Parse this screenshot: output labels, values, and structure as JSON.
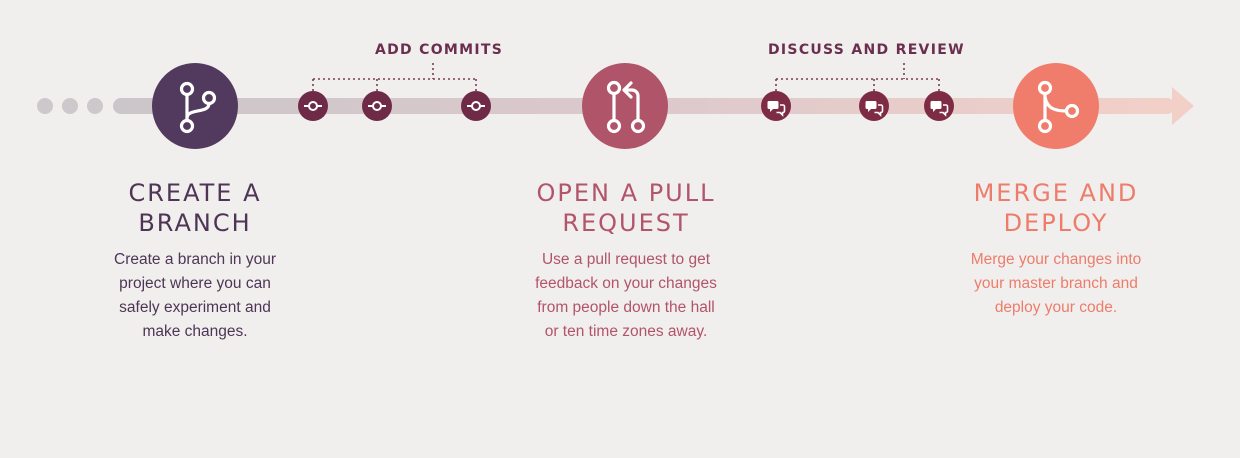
{
  "captions": {
    "add_commits": "ADD COMMITS",
    "discuss_review": "DISCUSS AND REVIEW"
  },
  "steps": [
    {
      "title_line1": "CREATE A",
      "title_line2": "BRANCH",
      "desc_lines": [
        "Create a branch in your",
        "project where you can",
        "safely experiment and",
        "make changes."
      ],
      "icon": "branch-icon",
      "color": "#523a5e"
    },
    {
      "title_line1": "OPEN A PULL",
      "title_line2": "REQUEST",
      "desc_lines": [
        "Use a pull request to get",
        "feedback on your changes",
        "from people down the hall",
        "or ten time zones away."
      ],
      "icon": "pull-request-icon",
      "color": "#b0546a"
    },
    {
      "title_line1": "MERGE AND",
      "title_line2": "DEPLOY",
      "desc_lines": [
        "Merge your changes into",
        "your master branch and",
        "deploy your code."
      ],
      "icon": "merge-icon",
      "color": "#f07d6b"
    }
  ],
  "markers": {
    "commit_icon": "commit-icon",
    "comment_icon": "comment-icon",
    "commit_color": "#6e2a47",
    "comment_color": "#7e2b45"
  }
}
